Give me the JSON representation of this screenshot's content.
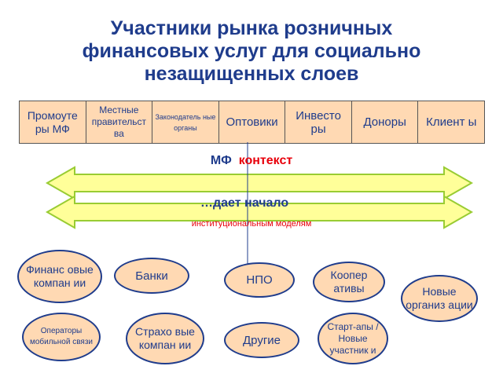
{
  "title": {
    "line1": "Участники рынка розничных",
    "line2": "финансовых услуг для социально",
    "line3": "незащищенных слоев"
  },
  "participants": [
    {
      "label": "Промоуте ры МФ"
    },
    {
      "label": "Местные правительст ва"
    },
    {
      "label": "Законодатель ные органы"
    },
    {
      "label": "Оптовики"
    },
    {
      "label": "Инвесто ры"
    },
    {
      "label": "Доноры"
    },
    {
      "label": "Клиент ы"
    }
  ],
  "context": {
    "mf": "МФ",
    "kontekst": "контекст"
  },
  "gives_rise": "…дает начало",
  "institutional": "институциональным моделям",
  "models": {
    "financial_companies": "Финанс овые компан ии",
    "banks": "Банки",
    "ngo": "НПО",
    "cooperatives": "Коопер ативы",
    "new_organizations": "Новые организ ации",
    "mobile_operators": "Операторы мобильной связи",
    "insurance_companies": "Страхо вые компан ии",
    "others": "Другие",
    "startups": "Старт-апы / Новые участник и"
  },
  "colors": {
    "title": "#1f3c8c",
    "accent_red": "#e8000b",
    "fill_peach": "#ffd9b3",
    "arrow_fill": "#ffff99",
    "arrow_stroke": "#99cc33"
  }
}
